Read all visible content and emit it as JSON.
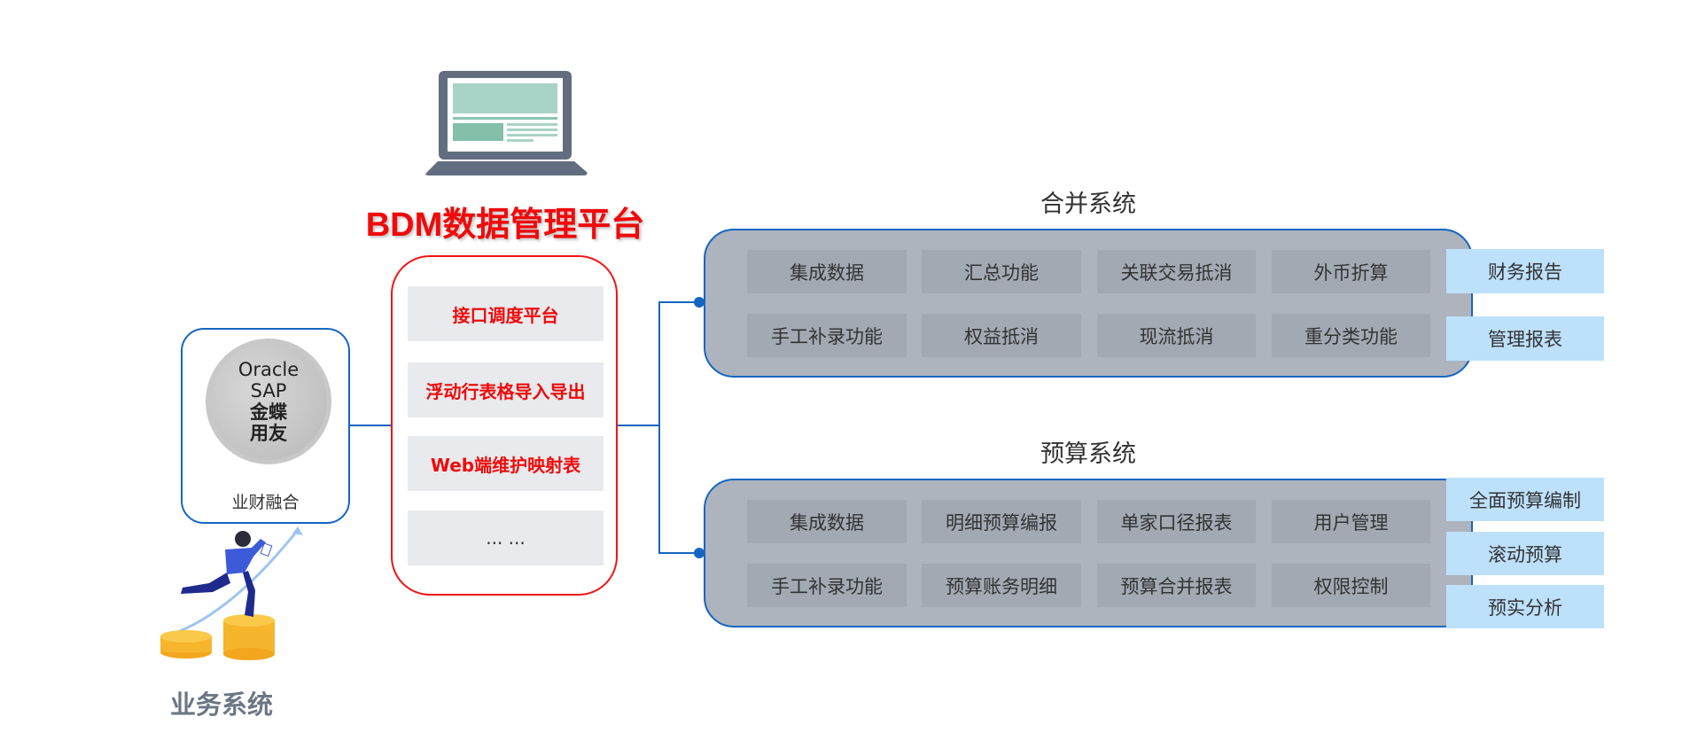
{
  "platform": {
    "title": "BDM数据管理平台",
    "items": [
      "接口调度平台",
      "浮动行表格导入导出",
      "Web端维护映射表",
      "... ..."
    ]
  },
  "source": {
    "systems": [
      "Oracle",
      "SAP",
      "金蝶",
      "用友"
    ],
    "caption": "业财融合",
    "label": "业务系统"
  },
  "consolidation": {
    "title": "合并系统",
    "cells": [
      "集成数据",
      "汇总功能",
      "关联交易抵消",
      "外币折算",
      "手工补录功能",
      "权益抵消",
      "现流抵消",
      "重分类功能"
    ],
    "outputs": [
      "财务报告",
      "管理报表"
    ]
  },
  "budget": {
    "title": "预算系统",
    "cells": [
      "集成数据",
      "明细预算编报",
      "单家口径报表",
      "用户管理",
      "手工补录功能",
      "预算账务明细",
      "预算合并报表",
      "权限控制"
    ],
    "outputs": [
      "全面预算编制",
      "滚动预算",
      "预实分析"
    ]
  },
  "colors": {
    "accent_red": "#f00a0a",
    "line_blue": "#1565c0",
    "output_blue": "#bde0fb",
    "system_gray": "#adb4be"
  }
}
